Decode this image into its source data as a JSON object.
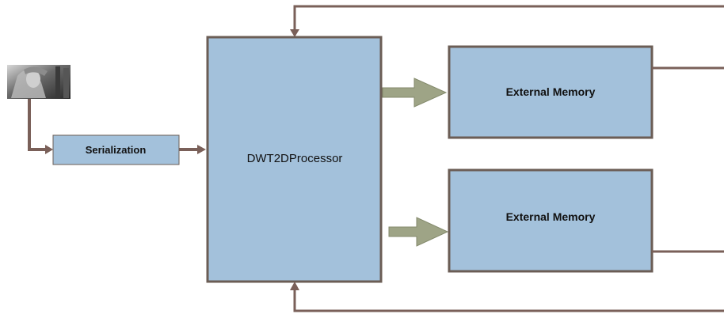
{
  "blocks": {
    "serialization": {
      "label": "Serialization"
    },
    "processor": {
      "label": "DWT2DProcessor"
    },
    "memory_top": {
      "label": "External Memory"
    },
    "memory_bottom": {
      "label": "External Memory"
    }
  },
  "colors": {
    "block_fill": "#a3c1db",
    "block_border": "#6b5d55",
    "connector": "#7a6059",
    "arrow_fill": "#9ea486",
    "arrow_stroke": "#848a6c"
  }
}
